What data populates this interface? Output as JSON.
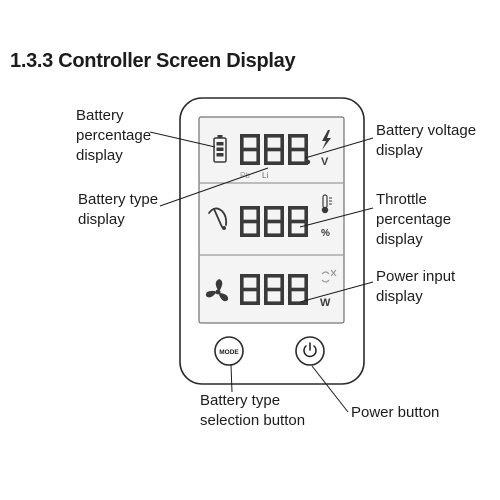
{
  "section_title": "1.3.3 Controller Screen Display",
  "callouts": {
    "battery_percentage": [
      "Battery",
      "percentage",
      "display"
    ],
    "battery_type": [
      "Battery type",
      "display"
    ],
    "battery_voltage": [
      "Battery voltage",
      "display"
    ],
    "throttle_percentage": [
      "Throttle",
      "percentage",
      "display"
    ],
    "power_input": [
      "Power input",
      "display"
    ],
    "battery_type_button": [
      "Battery type",
      "selection button"
    ],
    "power_button": [
      "Power button"
    ]
  },
  "screen": {
    "row1_digits": "88.8",
    "row1_unit": "V",
    "battery_types": [
      "Pb",
      "Li"
    ],
    "row2_digits": "888",
    "row2_unit": "%",
    "row3_digits": "888",
    "row3_unit": "W",
    "mode_button_label": "MODE"
  },
  "colors": {
    "housing_outline": "#2b2b2b",
    "screen_fill": "#f4f4f4",
    "segment_dark": "#3a3a3a",
    "leader_line": "#1c1c1c"
  },
  "icons": [
    "battery-icon",
    "lightning-icon",
    "throttle-icon",
    "thermometer-icon",
    "fan-icon",
    "wind-icon",
    "power-icon"
  ]
}
